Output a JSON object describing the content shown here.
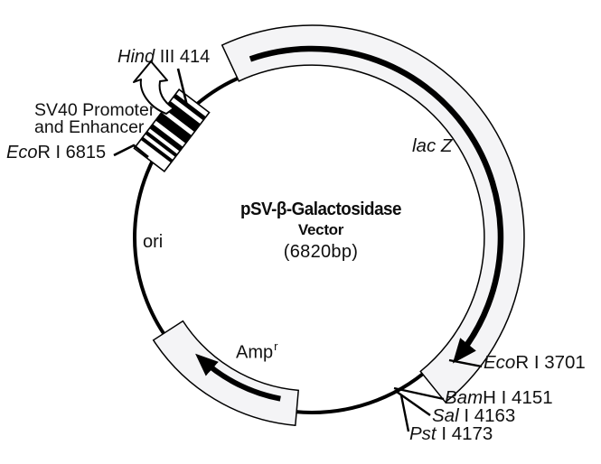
{
  "title": {
    "name": "pSV-β-Galactosidase",
    "type": "Vector",
    "size": "(6820bp)"
  },
  "features": {
    "lacz": {
      "label": "lac Z"
    },
    "amp": {
      "label": "Amp",
      "superscript": "r"
    },
    "ori": {
      "label": "ori"
    },
    "sv40": {
      "line1": "SV40 Promoter",
      "line2": "and Enhancer"
    }
  },
  "sites": {
    "hind3_414": {
      "italic": "Hind",
      "rest": " III 414"
    },
    "ecor1_6815": {
      "italic": "Eco",
      "rest": "R I 6815"
    },
    "ecor1_3701": {
      "italic": "Eco",
      "rest": "R I 3701"
    },
    "bamh1_4151": {
      "italic": "Bam",
      "rest": "H I 4151"
    },
    "sal1_4163": {
      "italic": "Sal",
      "rest": " I 4163"
    },
    "pst1_4173": {
      "italic": "Pst",
      "rest": " I 4173"
    }
  },
  "colors": {
    "ink": "#000000",
    "band_fill": "#f4f4f6",
    "background": "#ffffff"
  }
}
